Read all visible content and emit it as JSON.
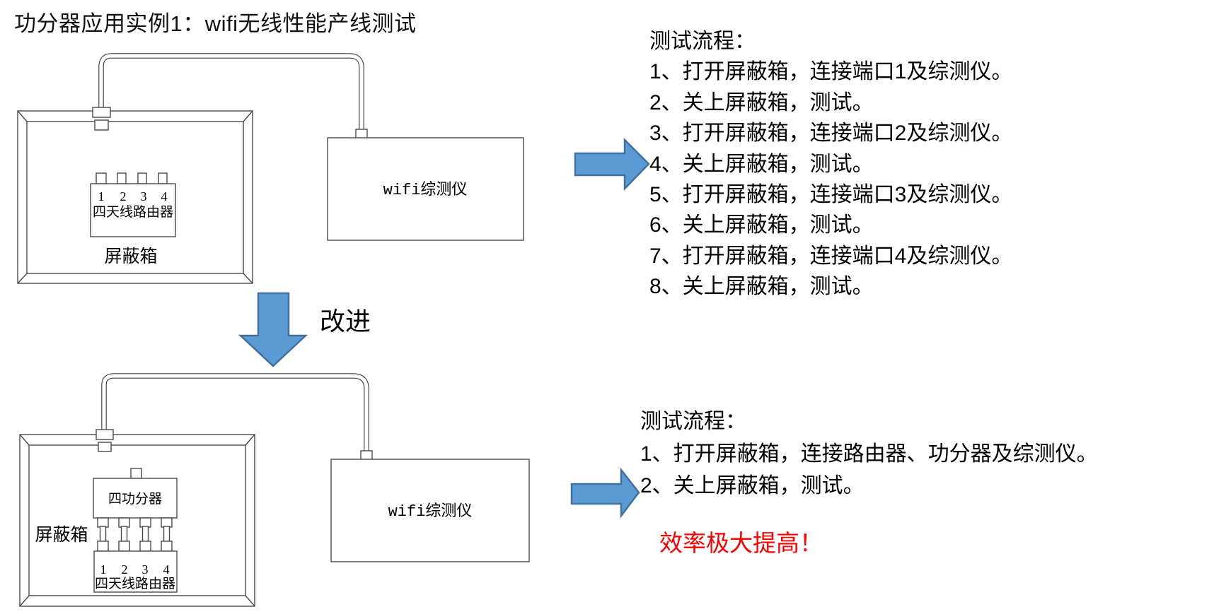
{
  "title": "功分器应用实例1：wifi无线性能产线测试",
  "improvement_arrow_label": "改进",
  "colors": {
    "arrow_fill": "#5B9BD5",
    "arrow_border": "#41719C",
    "highlight_red": "#FF0000",
    "diagram_line": "#4A4A4A"
  },
  "top_diagram": {
    "shield_box_label": "屏蔽箱",
    "router_label": "四天线路由器",
    "ports": [
      "1",
      "2",
      "3",
      "4"
    ],
    "tester_label": "wifi综测仪"
  },
  "bottom_diagram": {
    "shield_box_label": "屏蔽箱",
    "divider_label": "四功分器",
    "router_label": "四天线路由器",
    "ports": [
      "1",
      "2",
      "3",
      "4"
    ],
    "tester_label": "wifi综测仪"
  },
  "top_procedure": {
    "title": "测试流程：",
    "steps": [
      "1、打开屏蔽箱，连接端口1及综测仪。",
      "2、关上屏蔽箱，测试。",
      "3、打开屏蔽箱，连接端口2及综测仪。",
      "4、关上屏蔽箱，测试。",
      "5、打开屏蔽箱，连接端口3及综测仪。",
      "6、关上屏蔽箱，测试。",
      "7、打开屏蔽箱，连接端口4及综测仪。",
      "8、关上屏蔽箱，测试。"
    ]
  },
  "bottom_procedure": {
    "title": "测试流程：",
    "steps": [
      "1、打开屏蔽箱，连接路由器、功分器及综测仪。",
      "2、关上屏蔽箱，测试。"
    ]
  },
  "highlight": "效率极大提高！"
}
